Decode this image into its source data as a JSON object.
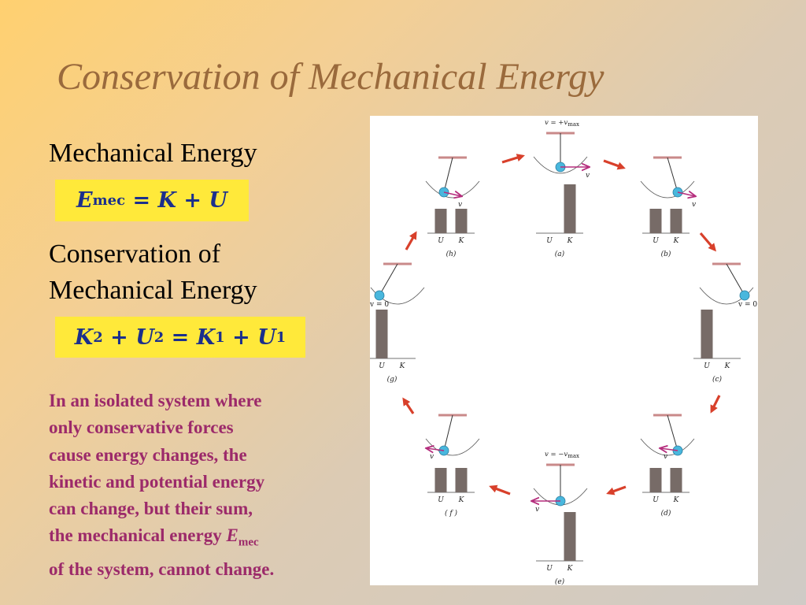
{
  "slide": {
    "title": "Conservation of Mechanical Energy",
    "heading1": "Mechanical Energy",
    "equation1": {
      "lhs": "E",
      "lhs_sub": "mec",
      "rhs": " = K + U"
    },
    "heading2_line1": "Conservation of",
    "heading2_line2": "Mechanical Energy",
    "equation2": {
      "t1": "K",
      "t1_sub": "2",
      "t2": " + U",
      "t2_sub": "2",
      "t3": " = K",
      "t3_sub": "1",
      "t4": " + U",
      "t4_sub": "1"
    },
    "paragraph": {
      "lines": [
        "In an isolated system where",
        "only conservative forces",
        "cause energy changes, the",
        "kinetic and potential energy",
        "can change, but their sum,",
        "the mechanical energy "
      ],
      "symbol": "E",
      "symbol_sub": "mec",
      "last_line": "of the system, cannot change."
    }
  },
  "figure": {
    "colors": {
      "bar": "#776b67",
      "ceiling": "#c98a8a",
      "bob": "#49b7dd",
      "vector": "#b52d7d",
      "arrow": "#d8402b"
    },
    "bar_labels": {
      "u": "U",
      "k": "K"
    },
    "velocity_label": "v",
    "zero_velocity_label": "v = 0",
    "panels": [
      {
        "id": "a",
        "label": "(a)",
        "u": 0,
        "k": 1,
        "note_prefix": "v = +v",
        "note_sub": "max"
      },
      {
        "id": "b",
        "label": "(b)",
        "u": 0.5,
        "k": 0.5
      },
      {
        "id": "c",
        "label": "(c)",
        "u": 1,
        "k": 0
      },
      {
        "id": "d",
        "label": "(d)",
        "u": 0.5,
        "k": 0.5
      },
      {
        "id": "e",
        "label": "(e)",
        "u": 0,
        "k": 1,
        "note_prefix": "v = −v",
        "note_sub": "max"
      },
      {
        "id": "f",
        "label": "( f )",
        "u": 0.5,
        "k": 0.5
      },
      {
        "id": "g",
        "label": "(g)",
        "u": 1,
        "k": 0
      },
      {
        "id": "h",
        "label": "(h)",
        "u": 0.5,
        "k": 0.5
      }
    ]
  }
}
